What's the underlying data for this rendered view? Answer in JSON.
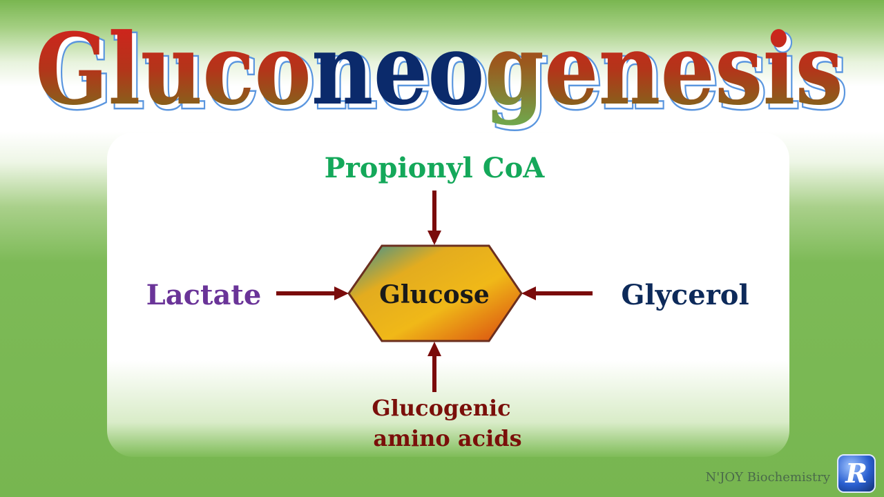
{
  "title": {
    "segments": [
      {
        "text": "Gluco",
        "style": "warm"
      },
      {
        "text": "neo",
        "style": "navy"
      },
      {
        "text": "g",
        "style": "green"
      },
      {
        "text": "enesis",
        "style": "warm"
      }
    ]
  },
  "diagram": {
    "center": "Glucose",
    "top": "Propionyl CoA",
    "left": "Lactate",
    "right": "Glycerol",
    "bottom_line1": "Glucogenic",
    "bottom_line2": "amino acids"
  },
  "colors": {
    "top": "#14a85a",
    "left": "#6a3498",
    "right": "#0d2a5a",
    "bottom": "#7a0f0a",
    "arrow": "#7a0b0b",
    "title_navy": "#0b2a6b"
  },
  "footer": {
    "brand": "N'JOY Biochemistry",
    "logo_letter": "R"
  }
}
